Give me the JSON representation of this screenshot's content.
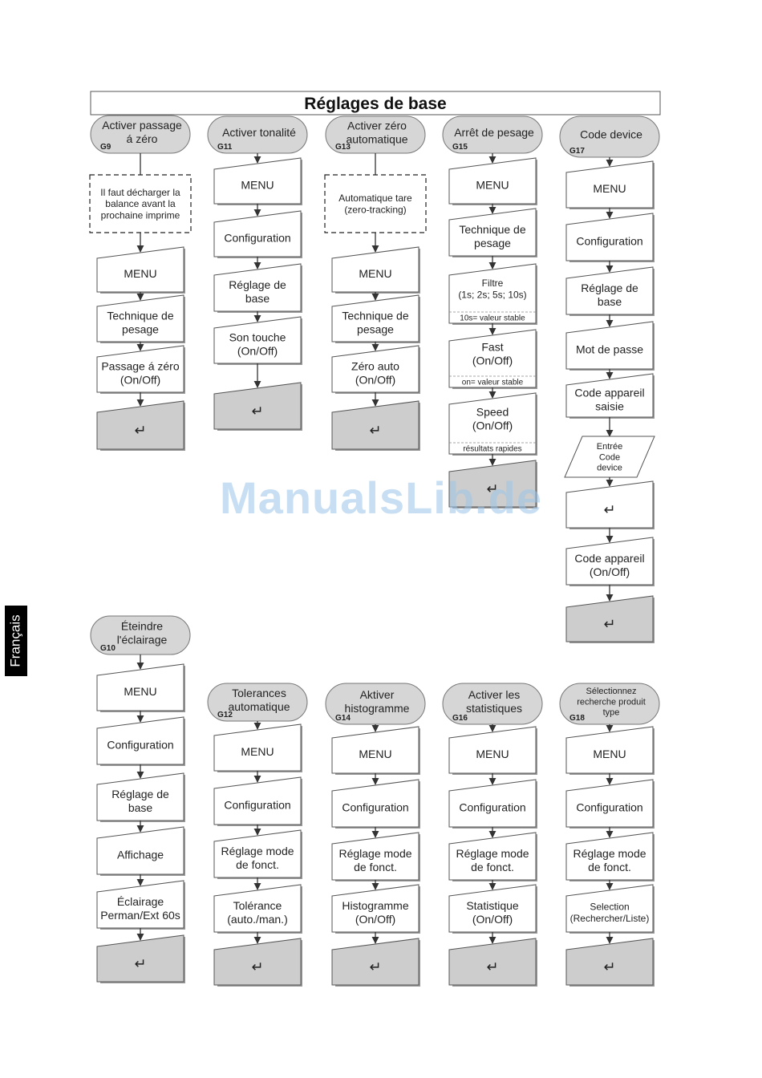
{
  "title": "Réglages de base",
  "side_tab": "Français",
  "watermark": "ManualsLib.de",
  "colors": {
    "gray_box": "#cdcdcd",
    "pill": "#d6d6d6",
    "line": "#333333"
  },
  "columns": [
    {
      "start": {
        "lines": [
          "Activer passage",
          "á zéro"
        ],
        "code": "G9"
      },
      "steps": [
        {
          "kind": "dashed",
          "lines": [
            "Il faut décharger la",
            "balance avant la",
            "prochaine imprime"
          ]
        },
        {
          "kind": "menu",
          "lines": [
            "MENU"
          ]
        },
        {
          "kind": "menu",
          "lines": [
            "Technique de",
            "pesage"
          ]
        },
        {
          "kind": "menu",
          "lines": [
            "Passage á zéro",
            "(On/Off)"
          ]
        },
        {
          "kind": "enter",
          "lines": [
            "↵"
          ]
        }
      ]
    },
    {
      "start": {
        "lines": [
          "Activer tonalité"
        ],
        "code": "G11"
      },
      "steps": [
        {
          "kind": "menu",
          "lines": [
            "MENU"
          ]
        },
        {
          "kind": "menu",
          "lines": [
            "Configuration"
          ]
        },
        {
          "kind": "menu",
          "lines": [
            "Réglage de",
            "base"
          ]
        },
        {
          "kind": "menu",
          "lines": [
            "Son touche",
            "(On/Off)"
          ]
        },
        {
          "kind": "enter",
          "lines": [
            "↵"
          ]
        }
      ]
    },
    {
      "start": {
        "lines": [
          "Activer zéro",
          "automatique"
        ],
        "code": "G13"
      },
      "steps": [
        {
          "kind": "dashed",
          "lines": [
            "Automatique tare",
            "(zero-tracking)"
          ]
        },
        {
          "kind": "menu",
          "lines": [
            "MENU"
          ]
        },
        {
          "kind": "menu",
          "lines": [
            "Technique de",
            "pesage"
          ]
        },
        {
          "kind": "menu",
          "lines": [
            "Zéro auto",
            "(On/Off)"
          ]
        },
        {
          "kind": "enter",
          "lines": [
            "↵"
          ]
        }
      ]
    },
    {
      "start": {
        "lines": [
          "Arrêt de pesage"
        ],
        "code": "G15"
      },
      "steps": [
        {
          "kind": "menu",
          "lines": [
            "MENU"
          ]
        },
        {
          "kind": "menu",
          "lines": [
            "Technique de",
            "pesage"
          ]
        },
        {
          "kind": "menu",
          "lines": [
            "Filtre",
            "(1s; 2s; 5s; 10s)"
          ],
          "note": "10s= valeur stable"
        },
        {
          "kind": "menu",
          "lines": [
            "Fast",
            "(On/Off)"
          ],
          "note": "on= valeur stable"
        },
        {
          "kind": "menu",
          "lines": [
            "Speed",
            "(On/Off)"
          ],
          "note": "résultats rapides"
        },
        {
          "kind": "enter",
          "lines": [
            "↵"
          ]
        }
      ]
    },
    {
      "start": {
        "lines": [
          "Code device"
        ],
        "code": "G17"
      },
      "steps": [
        {
          "kind": "menu",
          "lines": [
            "MENU"
          ]
        },
        {
          "kind": "menu",
          "lines": [
            "Configuration"
          ]
        },
        {
          "kind": "menu",
          "lines": [
            "Réglage de",
            "base"
          ]
        },
        {
          "kind": "menu",
          "lines": [
            "Mot de passe"
          ]
        },
        {
          "kind": "menu",
          "lines": [
            "Code appareil",
            "saisie"
          ]
        },
        {
          "kind": "input",
          "lines": [
            "Entrée",
            "Code",
            "device"
          ]
        },
        {
          "kind": "enter-white",
          "lines": [
            "↵"
          ]
        },
        {
          "kind": "menu",
          "lines": [
            "Code appareil",
            "(On/Off)"
          ]
        },
        {
          "kind": "enter",
          "lines": [
            "↵"
          ]
        }
      ]
    },
    {
      "start": {
        "lines": [
          "Éteindre",
          "l'éclairage"
        ],
        "code": "G10"
      },
      "steps": [
        {
          "kind": "menu",
          "lines": [
            "MENU"
          ]
        },
        {
          "kind": "menu",
          "lines": [
            "Configuration"
          ]
        },
        {
          "kind": "menu",
          "lines": [
            "Réglage de",
            "base"
          ]
        },
        {
          "kind": "menu",
          "lines": [
            "Affichage"
          ]
        },
        {
          "kind": "menu",
          "lines": [
            "Éclairage",
            "Perman/Ext 60s"
          ]
        },
        {
          "kind": "enter",
          "lines": [
            "↵"
          ]
        }
      ]
    },
    {
      "start": {
        "lines": [
          "Tolerances",
          "automatique"
        ],
        "code": "G12"
      },
      "steps": [
        {
          "kind": "menu",
          "lines": [
            "MENU"
          ]
        },
        {
          "kind": "menu",
          "lines": [
            "Configuration"
          ]
        },
        {
          "kind": "menu",
          "lines": [
            "Réglage mode",
            "de fonct."
          ]
        },
        {
          "kind": "menu",
          "lines": [
            "Tolérance",
            "(auto./man.)"
          ]
        },
        {
          "kind": "enter",
          "lines": [
            "↵"
          ]
        }
      ]
    },
    {
      "start": {
        "lines": [
          "Aktiver",
          "histogramme"
        ],
        "code": "G14"
      },
      "steps": [
        {
          "kind": "menu",
          "lines": [
            "MENU"
          ]
        },
        {
          "kind": "menu",
          "lines": [
            "Configuration"
          ]
        },
        {
          "kind": "menu",
          "lines": [
            "Réglage mode",
            "de fonct."
          ]
        },
        {
          "kind": "menu",
          "lines": [
            "Histogramme",
            "(On/Off)"
          ]
        },
        {
          "kind": "enter",
          "lines": [
            "↵"
          ]
        }
      ]
    },
    {
      "start": {
        "lines": [
          "Activer les",
          "statistiques"
        ],
        "code": "G16"
      },
      "steps": [
        {
          "kind": "menu",
          "lines": [
            "MENU"
          ]
        },
        {
          "kind": "menu",
          "lines": [
            "Configuration"
          ]
        },
        {
          "kind": "menu",
          "lines": [
            "Réglage mode",
            "de fonct."
          ]
        },
        {
          "kind": "menu",
          "lines": [
            "Statistique",
            "(On/Off)"
          ]
        },
        {
          "kind": "enter",
          "lines": [
            "↵"
          ]
        }
      ]
    },
    {
      "start": {
        "lines": [
          "Sélectionnez",
          "recherche produit",
          "type"
        ],
        "code": "G18"
      },
      "steps": [
        {
          "kind": "menu",
          "lines": [
            "MENU"
          ]
        },
        {
          "kind": "menu",
          "lines": [
            "Configuration"
          ]
        },
        {
          "kind": "menu",
          "lines": [
            "Réglage mode",
            "de fonct."
          ]
        },
        {
          "kind": "menu",
          "lines": [
            "Selection",
            "(Rechercher/Liste)"
          ]
        },
        {
          "kind": "enter",
          "lines": [
            "↵"
          ]
        }
      ]
    }
  ]
}
